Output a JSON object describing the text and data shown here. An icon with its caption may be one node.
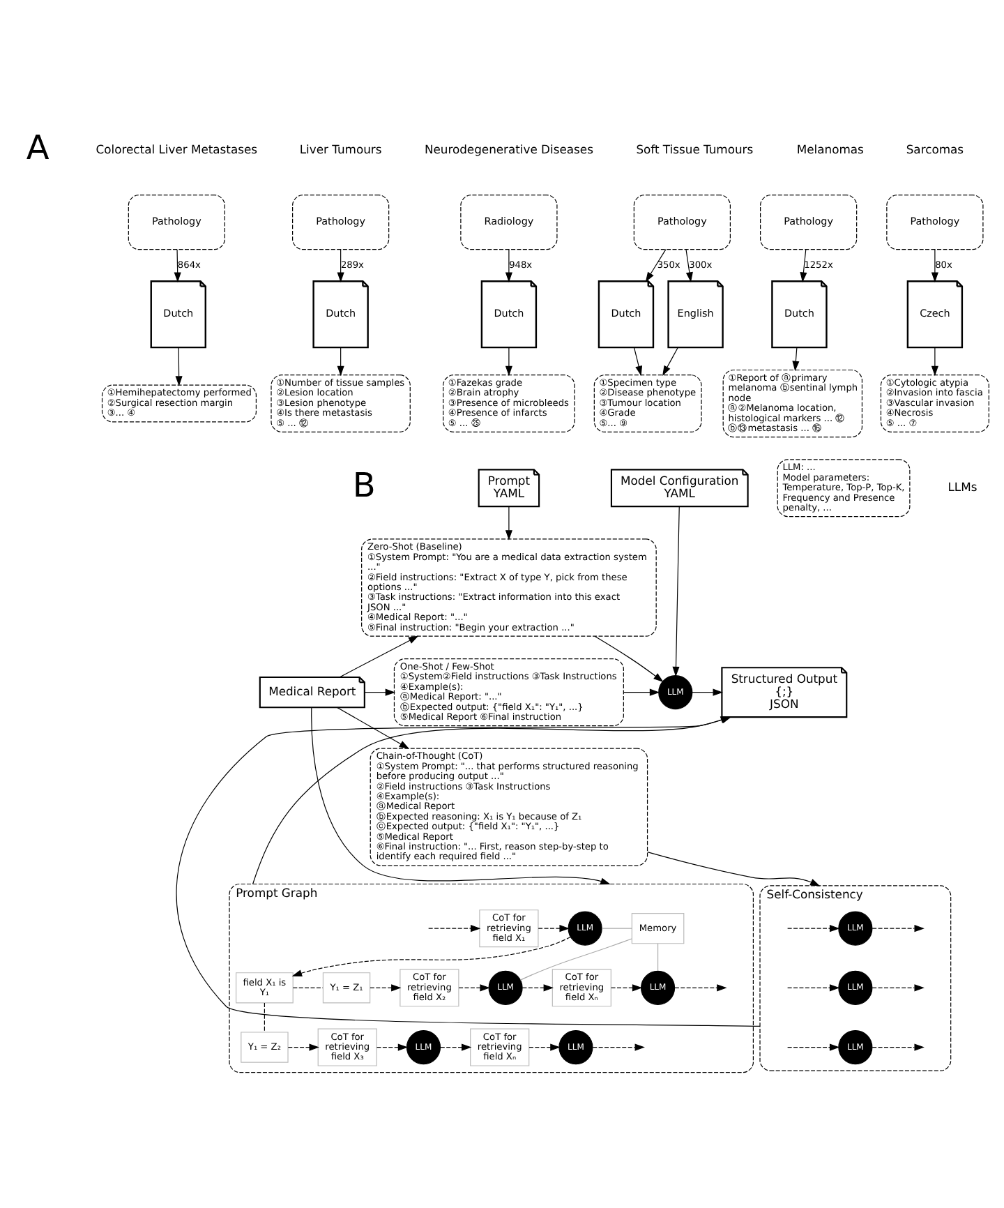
{
  "diagram": {
    "nodes": [
      {
        "text": [
          "Pathology"
        ]
      },
      {
        "text": [
          "Dutch"
        ]
      },
      {
        "text": [
          "①Hemihepatectomy performed",
          "②Surgical resection margin",
          "③... ④"
        ]
      },
      {
        "text": [
          "Pathology"
        ]
      },
      {
        "text": [
          "Dutch"
        ]
      },
      {
        "text": [
          "①Number of tissue samples",
          "②Lesion location",
          "③Lesion phenotype",
          "④Is there metastasis",
          "⑤ ... ⑫"
        ]
      },
      {
        "text": [
          "Radiology"
        ]
      },
      {
        "text": [
          "Dutch"
        ]
      },
      {
        "text": [
          "①Fazekas grade",
          "②Brain atrophy",
          "③Presence of microbleeds",
          "④Presence of infarcts",
          "⑤ ... ㉕"
        ]
      },
      {
        "text": [
          "Pathology"
        ]
      },
      {
        "text": [
          "English"
        ]
      },
      {
        "text": [
          "Dutch"
        ]
      },
      {
        "text": [
          "①Specimen type",
          "②Disease phenotype",
          "③Tumour location",
          "④Grade",
          "⑤... ⑨"
        ]
      },
      {
        "text": [
          "Pathology"
        ]
      },
      {
        "text": [
          "Dutch"
        ]
      },
      {
        "text": [
          "①Report of ⓐprimary melanoma ⓑsentinal lymph node",
          "ⓐ②Melanoma location, histological markers ... ⑫",
          "ⓑ⑬metastasis ... ⑯"
        ]
      },
      {
        "text": [
          "Pathology"
        ]
      },
      {
        "text": [
          "Czech"
        ]
      },
      {
        "text": [
          "①Cytologic atypia",
          "②Invasion into fascia",
          "③Vascular invasion",
          "④Necrosis",
          "⑤ ... ⑦"
        ]
      },
      {
        "text": [
          "Prompt",
          "YAML"
        ]
      },
      {
        "text": [
          "Model Configuration",
          "YAML"
        ]
      },
      {
        "text": [
          "LLM: ...",
          "Model parameters: Temperature, Top-P, Top-K, Frequency and Presence penalty, ..."
        ]
      },
      {
        "text": [
          "Medical Report"
        ]
      },
      {
        "text": [
          "Zero-Shot (Baseline)",
          "①System Prompt: \"You are a medical data extraction system ...\"",
          "②Field instructions: \"Extract X of type Y, pick from these options ...\"",
          "③Task instructions: \"Extract information into this exact JSON ...\"",
          "④Medical Report: \"...\"",
          "⑤Final instruction: \"Begin your extraction ...\""
        ]
      },
      {
        "text": [
          "One-Shot / Few-Shot",
          "①System②Field instructions ③Task Instructions",
          "④Example(s):",
          "ⓐMedical Report: \"...\"",
          "ⓑExpected output: {\"field X₁\": \"Y₁\", ...}",
          "⑤Medical Report ⑥Final instruction"
        ]
      },
      {
        "text": [
          "Chain-of-Thought (CoT)",
          "①System Prompt: \"... that performs structured reasoning before producing output ...\"",
          "②Field instructions ③Task Instructions",
          "④Example(s):",
          "ⓐMedical Report",
          "ⓑExpected reasoning: X₁ is Y₁ because of Z₁",
          "ⓒExpected output: {\"field X₁\": \"Y₁\", ...}",
          "⑤Medical Report",
          "⑥Final instruction: \"... First, reason step-by-step to identify each required field ...\""
        ]
      },
      {
        "text": [
          "LLM"
        ]
      },
      {
        "text": [
          "Structured Output",
          "{;}",
          "JSON"
        ]
      },
      {
        "text": [
          "Self-Consistency"
        ]
      },
      {
        "text": [
          "LLM"
        ],
        "in": 28
      },
      {
        "text": [
          "LLM"
        ],
        "in": 28
      },
      {
        "text": [
          "LLM"
        ],
        "in": 28
      },
      {
        "text": [
          "Prompt Graph"
        ]
      },
      {
        "text": [
          "Memory"
        ],
        "in": 32
      },
      {
        "text": [
          "CoT for retrieving field X₁"
        ],
        "in": 32
      },
      {
        "text": [
          "LLM"
        ],
        "in": 32
      },
      {
        "text": [
          "field X₁ is Y₁"
        ],
        "in": 32
      },
      {
        "text": [
          "Y₁ = Z₁"
        ],
        "in": 32
      },
      {
        "text": [
          "CoT for retrieving field X₂"
        ],
        "in": 32
      },
      {
        "text": [
          "LLM"
        ],
        "in": 32
      },
      {
        "text": [
          "CoT for retrieving field Xₙ"
        ],
        "in": 32
      },
      {
        "text": [
          "LLM"
        ],
        "in": 32
      },
      {
        "text": [
          "Y₁ = Z₂"
        ],
        "in": 32
      },
      {
        "text": [
          "CoT for retrieving field X₃"
        ],
        "in": 32
      },
      {
        "text": [
          "LLM"
        ],
        "in": 32
      },
      {
        "text": [
          "CoT for retrieving field Xₙ"
        ],
        "in": 32
      },
      {
        "text": [
          "LLM"
        ],
        "in": 32
      }
    ],
    "edges": [
      {
        "from": 0,
        "to": 1,
        "arrow": "to",
        "label": "864x"
      },
      {
        "from": 1,
        "to": 2,
        "arrow": "to"
      },
      {
        "from": 3,
        "to": 4,
        "arrow": "to",
        "label": "289x"
      },
      {
        "from": 4,
        "to": 5,
        "arrow": "to"
      },
      {
        "from": 6,
        "to": 7,
        "arrow": "to",
        "label": "948x"
      },
      {
        "from": 7,
        "to": 8,
        "arrow": "to"
      },
      {
        "from": 9,
        "to": 10,
        "arrow": "to",
        "label": "300x"
      },
      {
        "from": 9,
        "to": 11,
        "arrow": "to",
        "label": "350x"
      },
      {
        "from": 10,
        "to": 12,
        "arrow": "to"
      },
      {
        "from": 11,
        "to": 12,
        "arrow": "to"
      },
      {
        "from": 13,
        "to": 14,
        "arrow": "to",
        "label": "1252x"
      },
      {
        "from": 14,
        "to": 15,
        "arrow": "to"
      },
      {
        "from": 16,
        "to": 17,
        "arrow": "to",
        "label": "80x"
      },
      {
        "from": 17,
        "to": 18,
        "arrow": "to"
      },
      {
        "from": 19,
        "to": 23,
        "arrow": "to"
      },
      {
        "from": 22,
        "to": 23,
        "arrow": "to"
      },
      {
        "from": 22,
        "to": 24,
        "arrow": "to"
      },
      {
        "from": 22,
        "to": 25,
        "arrow": "to"
      },
      {
        "from": 22,
        "to": 32,
        "arrow": "to"
      },
      {
        "from": 20,
        "to": 26,
        "arrow": "to"
      },
      {
        "from": 23,
        "to": 26,
        "arrow": "to"
      },
      {
        "from": 24,
        "to": 26,
        "arrow": "to"
      },
      {
        "from": 25,
        "to": 28,
        "arrow": "to"
      },
      {
        "from": 26,
        "to": 27,
        "arrow": "to"
      },
      {
        "from": 28,
        "to": 27,
        "arrow": "to"
      },
      {
        "from": 32,
        "to": 27,
        "arrow": "to"
      },
      {
        "from": null,
        "to": 29,
        "arrow": "to",
        "style": "dashed"
      },
      {
        "from": null,
        "to": 30,
        "arrow": "to",
        "style": "dashed"
      },
      {
        "from": null,
        "to": 31,
        "arrow": "to",
        "style": "dashed"
      },
      {
        "from": 29,
        "to": null,
        "arrow": "to",
        "style": "dashed"
      },
      {
        "from": 30,
        "to": null,
        "arrow": "to",
        "style": "dashed"
      },
      {
        "from": 31,
        "to": null,
        "arrow": "to",
        "style": "dashed"
      },
      {
        "from": null,
        "to": 34,
        "arrow": "to",
        "style": "dashed"
      },
      {
        "from": 34,
        "to": 35,
        "arrow": "to",
        "style": "dashed"
      },
      {
        "from": 35,
        "to": 36,
        "arrow": "to",
        "style": "dashed"
      },
      {
        "from": 35,
        "to": 33,
        "arrow": "none",
        "color": "#aaaaaa"
      },
      {
        "from": 33,
        "to": 39,
        "arrow": "none",
        "color": "#aaaaaa"
      },
      {
        "from": 33,
        "to": 41,
        "arrow": "none",
        "color": "#aaaaaa"
      },
      {
        "from": 36,
        "to": 37,
        "arrow": "none",
        "style": "dashed"
      },
      {
        "from": 36,
        "to": 42,
        "arrow": "none",
        "style": "dashed"
      },
      {
        "from": 37,
        "to": 38,
        "arrow": "to",
        "style": "dashed"
      },
      {
        "from": 38,
        "to": 39,
        "arrow": "to",
        "style": "dashed"
      },
      {
        "from": 39,
        "to": 40,
        "arrow": "to",
        "style": "dashed"
      },
      {
        "from": 40,
        "to": 41,
        "arrow": "to",
        "style": "dashed"
      },
      {
        "from": 42,
        "to": 43,
        "arrow": "to",
        "style": "dashed"
      },
      {
        "from": 43,
        "to": 44,
        "arrow": "to",
        "style": "dashed"
      },
      {
        "from": 44,
        "to": 45,
        "arrow": "to",
        "style": "dashed"
      },
      {
        "from": 45,
        "to": 46,
        "arrow": "to",
        "style": "dashed"
      },
      {
        "from": 41,
        "to": null,
        "arrow": "to",
        "style": "dashed"
      },
      {
        "from": 46,
        "to": null,
        "arrow": "to",
        "style": "dashed"
      }
    ],
    "labels": [
      "A",
      "Colorectal Liver Metastases",
      "Liver Tumours",
      "Neurodegenerative Diseases",
      "Soft Tissue Tumours",
      "Melanomas",
      "Sarcomas",
      "B",
      "LLMs"
    ]
  }
}
